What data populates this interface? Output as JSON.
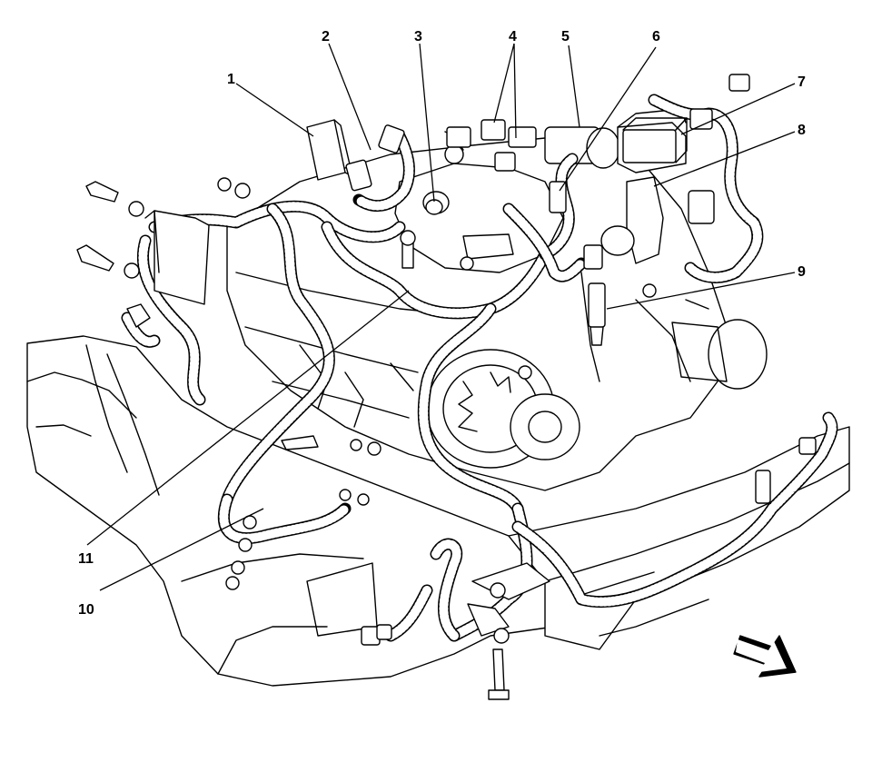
{
  "callouts": {
    "c1": "1",
    "c2": "2",
    "c3": "3",
    "c4": "4",
    "c5": "5",
    "c6": "6",
    "c7": "7",
    "c8": "8",
    "c9": "9",
    "c10": "10",
    "c11": "11"
  },
  "icons": {
    "direction_arrow": "front-direction-arrow-icon"
  },
  "colors": {
    "ink": "#000000",
    "paper": "#ffffff"
  }
}
